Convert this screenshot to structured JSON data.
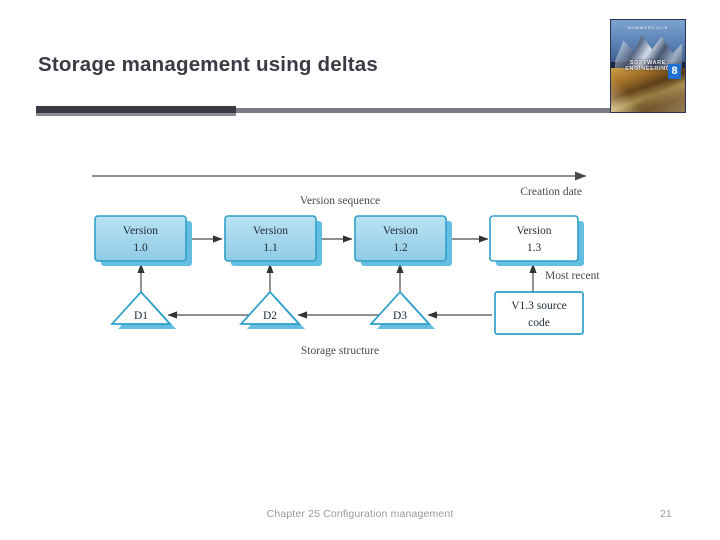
{
  "slide": {
    "title": "Storage management using deltas",
    "accent_dark": "#3a3a44",
    "accent_gray": "#7b7b83",
    "box_fill": "#a6d8ec",
    "box_border": "#2f9fc9",
    "shadow_color": "#5cbbe0"
  },
  "book_cover": {
    "author": "SOMMERVILLE",
    "title": "SOFTWARE ENGINEERING",
    "edition": "8"
  },
  "diagram": {
    "axis_label_left": "Version sequence",
    "axis_label_right": "Creation date",
    "structure_label": "Storage structure",
    "most_recent_label": "Most recent",
    "versions": [
      {
        "line1": "Version",
        "line2": "1.0",
        "fill": "blue"
      },
      {
        "line1": "Version",
        "line2": "1.1",
        "fill": "blue"
      },
      {
        "line1": "Version",
        "line2": "1.2",
        "fill": "blue"
      },
      {
        "line1": "Version",
        "line2": "1.3",
        "fill": "white"
      }
    ],
    "deltas": [
      {
        "label": "D1"
      },
      {
        "label": "D2"
      },
      {
        "label": "D3"
      }
    ],
    "source_box": {
      "line1": "V1.3 source",
      "line2": "code"
    }
  },
  "footer": {
    "text": "Chapter 25 Configuration management",
    "page": "21"
  }
}
